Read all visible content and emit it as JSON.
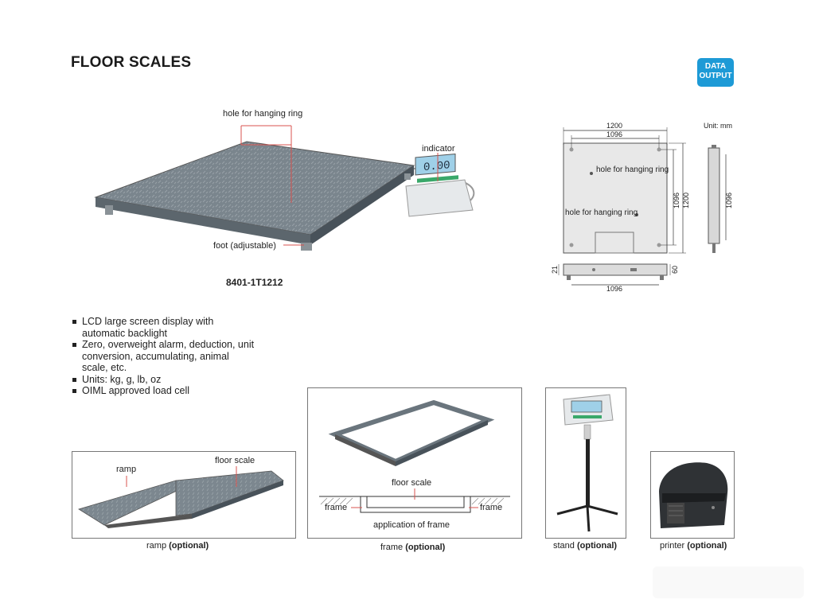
{
  "header": {
    "title": "FLOOR SCALES",
    "badge_line1": "DATA",
    "badge_line2": "OUTPUT"
  },
  "main_figure": {
    "label_hole": "hole for hanging ring",
    "label_indicator": "indicator",
    "label_foot": "foot (adjustable)",
    "model": "8401-1T1212",
    "display_reading": "0.00"
  },
  "dimensions": {
    "unit": "Unit: mm",
    "top_outer": "1200",
    "top_inner": "1096",
    "right_inner": "1096",
    "right_outer": "1200",
    "side_height": "1096",
    "hole_label_1": "hole for hanging ring",
    "hole_label_2": "hole for hanging ring",
    "bottom_left": "21",
    "bottom_right": "60",
    "bottom_width": "1096"
  },
  "features": [
    "LCD large screen display with automatic backlight",
    "Zero, overweight alarm, deduction, unit conversion, accumulating, animal scale, etc.",
    "Units: kg, g, lb, oz",
    "OIML approved load cell"
  ],
  "accessories": {
    "ramp": {
      "label_ramp": "ramp",
      "label_floor": "floor scale",
      "caption_main": "ramp",
      "caption_opt": "(optional)"
    },
    "frame": {
      "label_floor": "floor scale",
      "label_frame_left": "frame",
      "label_frame_right": "frame",
      "label_application": "application of frame",
      "caption_main": "frame",
      "caption_opt": "(optional)"
    },
    "stand": {
      "caption_main": "stand",
      "caption_opt": "(optional)"
    },
    "printer": {
      "caption_main": "printer",
      "caption_opt": "(optional)"
    }
  },
  "colors": {
    "badge": "#1d9ad6",
    "platform_top": "#7d8890",
    "platform_side": "#5c666d",
    "leader_line": "#d9534f",
    "lcd": "#9fd0e8"
  }
}
